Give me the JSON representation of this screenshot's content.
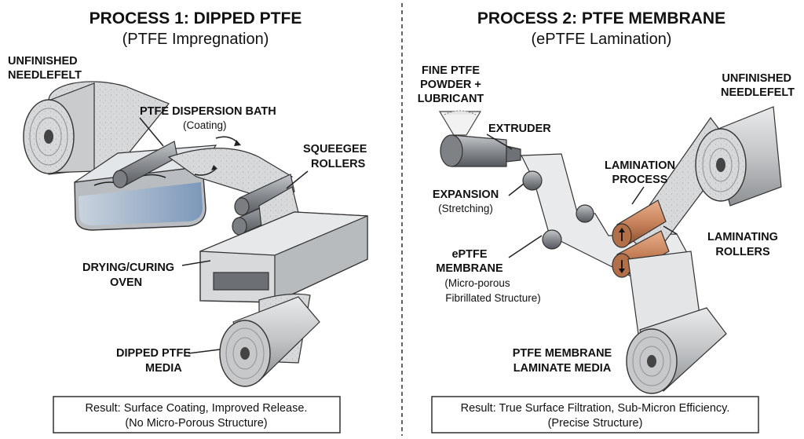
{
  "process1": {
    "title": "PROCESS 1: DIPPED PTFE",
    "subtitle": "(PTFE Impregnation)",
    "labels": {
      "unfinished_1": "UNFINISHED",
      "unfinished_2": "NEEDLEFELT",
      "bath_1": "PTFE DISPERSION BATH",
      "bath_2": "(Coating)",
      "squeegee_1": "SQUEEGEE",
      "squeegee_2": "ROLLERS",
      "oven_1": "DRYING/CURING",
      "oven_2": "OVEN",
      "media_1": "DIPPED PTFE",
      "media_2": "MEDIA"
    },
    "result_1": "Result: Surface Coating, Improved Release.",
    "result_2": "(No Micro-Porous Structure)"
  },
  "process2": {
    "title": "PROCESS 2: PTFE MEMBRANE",
    "subtitle": "(ePTFE Lamination)",
    "labels": {
      "powder_1": "FINE PTFE",
      "powder_2": "POWDER +",
      "powder_3": "LUBRICANT",
      "extruder": "EXTRUDER",
      "unfinished_1": "UNFINISHED",
      "unfinished_2": "NEEDLEFELT",
      "lamination_1": "LAMINATION",
      "lamination_2": "PROCESS",
      "expansion_1": "EXPANSION",
      "expansion_2": "(Stretching)",
      "laminating_1": "LAMINATING",
      "laminating_2": "ROLLERS",
      "membrane_1": "ePTFE",
      "membrane_2": "MEMBRANE",
      "membrane_3": "(Micro-porous",
      "membrane_4": "Fibrillated Structure)",
      "laminate_1": "PTFE MEMBRANE",
      "laminate_2": "LAMINATE MEDIA"
    },
    "result_1": "Result: True Surface Filtration, Sub-Micron Efficiency.",
    "result_2": "(Precise Structure)"
  },
  "colors": {
    "felt": "#d4d6d8",
    "membrane": "#e8eaec",
    "steel": "#8e9296",
    "copper": "#c8825a",
    "water": "#8ea6c2",
    "oven": "#cfd1d3"
  }
}
